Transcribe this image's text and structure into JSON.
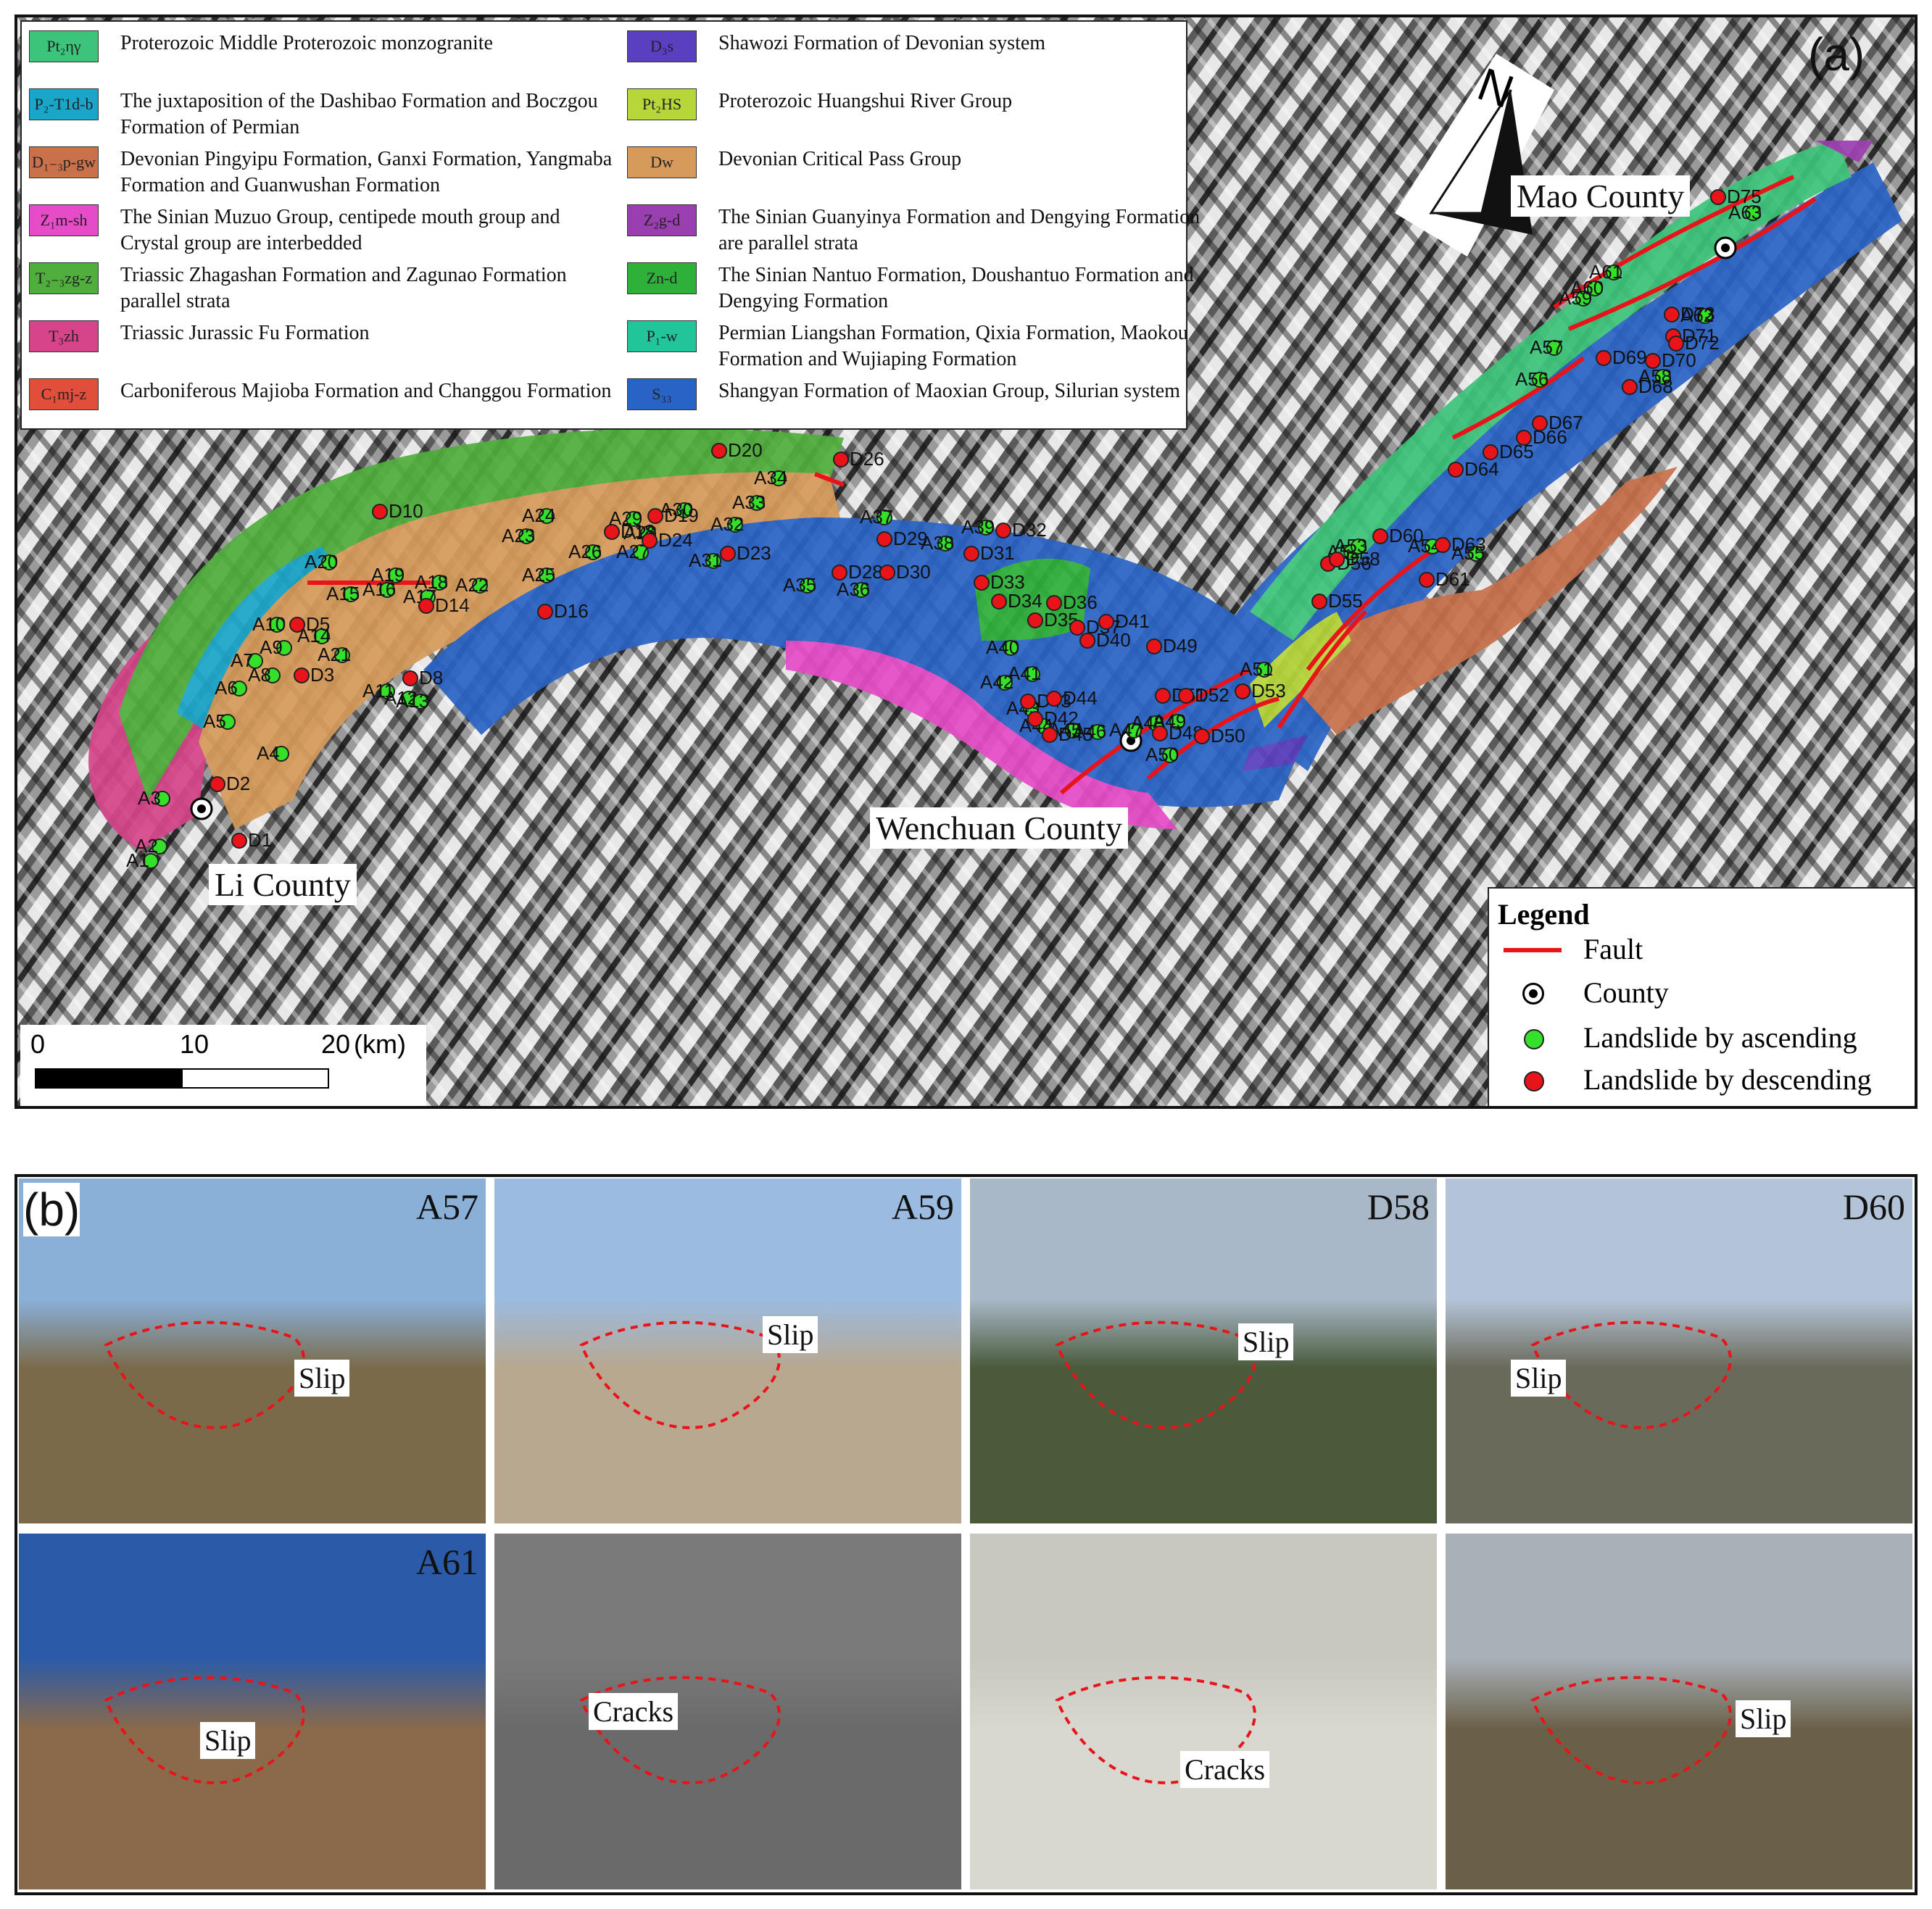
{
  "panel_a": {
    "label": "(a)",
    "north": "N",
    "counties": {
      "mao": "Mao County",
      "wenchuan": "Wenchuan County",
      "li": "Li County"
    },
    "legend_units": [
      {
        "code": "Pt₂ηγ",
        "text": "Proterozoic Middle Proterozoic monzogranite",
        "color": "#3cc47a"
      },
      {
        "code": "P₂-T1d-b",
        "text": "The juxtaposition of the Dashibao Formation and Boczgou Formation of Permian",
        "color": "#1aa6c9"
      },
      {
        "code": "D₁₋₃p-gw",
        "text": "Devonian Pingyipu Formation, Ganxi Formation, Yangmaba Formation and Guanwushan Formation",
        "color": "#c8714a"
      },
      {
        "code": "Z₁m-sh",
        "text": "The Sinian Muzuo Group, centipede mouth group and Crystal group are interbedded",
        "color": "#e64bc8"
      },
      {
        "code": "T₂₋₃zg-z",
        "text": "Triassic Zhagashan Formation and Zagunao Formation parallel strata",
        "color": "#4fae3c"
      },
      {
        "code": "T₃zh",
        "text": "Triassic Jurassic Fu Formation",
        "color": "#d6458a"
      },
      {
        "code": "C₁mj-z",
        "text": "Carboniferous Majioba Formation and Changgou Formation",
        "color": "#e24e3c"
      },
      {
        "code": "D₃s",
        "text": "Shawozi Formation of Devonian system",
        "color": "#5a3fc0"
      },
      {
        "code": "Pt₂HS",
        "text": "Proterozoic Huangshui River Group",
        "color": "#b7d63a"
      },
      {
        "code": "Dw",
        "text": "Devonian Critical Pass Group",
        "color": "#d69a5a"
      },
      {
        "code": "Z₂g-d",
        "text": "The Sinian Guanyinya Formation and Dengying Formation are parallel strata",
        "color": "#9a3fb0"
      },
      {
        "code": "Zn-d",
        "text": "The Sinian Nantuo Formation, Doushantuo Formation and Dengying Formation",
        "color": "#2fb03a"
      },
      {
        "code": "P₁-w",
        "text": "Permian Liangshan Formation, Qixia Formation, Maokou Formation and Wujiaping Formation",
        "color": "#22c49a"
      },
      {
        "code": "S₃₃",
        "text": "Shangyan Formation of Maoxian Group, Silurian system",
        "color": "#2a63c6"
      }
    ],
    "map_legend": {
      "title": "Legend",
      "fault": "Fault",
      "county": "County",
      "ascending": "Landslide by ascending",
      "descending": "Landslide by descending",
      "fault_color": "#e8141a",
      "ascending_color": "#35e02a",
      "descending_color": "#e8141a"
    },
    "scale": {
      "t0": "0",
      "t1": "10",
      "t2": "20",
      "unit": "(km)"
    },
    "points": {
      "ascending": [
        {
          "id": "A1",
          "lx": " "
        },
        {
          "id": "A2"
        },
        {
          "id": "A3"
        },
        {
          "id": "A4"
        },
        {
          "id": "A5"
        },
        {
          "id": "A6"
        },
        {
          "id": "A7"
        },
        {
          "id": "A8"
        },
        {
          "id": "A9"
        },
        {
          "id": "A10"
        },
        {
          "id": "A11"
        },
        {
          "id": "A12"
        },
        {
          "id": "A13"
        },
        {
          "id": "A14"
        },
        {
          "id": "A15"
        },
        {
          "id": "A16"
        },
        {
          "id": "A17"
        },
        {
          "id": "A18"
        },
        {
          "id": "A19"
        },
        {
          "id": "A20"
        },
        {
          "id": "A21"
        },
        {
          "id": "A22"
        },
        {
          "id": "A23"
        },
        {
          "id": "A24"
        },
        {
          "id": "A25"
        },
        {
          "id": "A26"
        },
        {
          "id": "A27"
        },
        {
          "id": "A28"
        },
        {
          "id": "A29"
        },
        {
          "id": "A30"
        },
        {
          "id": "A31"
        },
        {
          "id": "A32"
        },
        {
          "id": "A33"
        },
        {
          "id": "A34"
        },
        {
          "id": "A35"
        },
        {
          "id": "A36"
        },
        {
          "id": "A37"
        },
        {
          "id": "A38"
        },
        {
          "id": "A39"
        },
        {
          "id": "A40"
        },
        {
          "id": "A41"
        },
        {
          "id": "A42"
        },
        {
          "id": "A43"
        },
        {
          "id": "A44"
        },
        {
          "id": "A45"
        },
        {
          "id": "A46"
        },
        {
          "id": "A47"
        },
        {
          "id": "A48"
        },
        {
          "id": "A49"
        },
        {
          "id": "A50"
        },
        {
          "id": "A51"
        },
        {
          "id": "A52"
        },
        {
          "id": "A53"
        },
        {
          "id": "A54"
        },
        {
          "id": "A55"
        },
        {
          "id": "A56"
        },
        {
          "id": "A57"
        },
        {
          "id": "A58"
        },
        {
          "id": "A59"
        },
        {
          "id": "A60"
        },
        {
          "id": "A61"
        },
        {
          "id": "A62"
        },
        {
          "id": "A63"
        }
      ],
      "descending": [
        {
          "id": "D1"
        },
        {
          "id": "D2"
        },
        {
          "id": "D3"
        },
        {
          "id": "D5"
        },
        {
          "id": "D8"
        },
        {
          "id": "D10"
        },
        {
          "id": "D14"
        },
        {
          "id": "D16"
        },
        {
          "id": "D18"
        },
        {
          "id": "D19"
        },
        {
          "id": "D20"
        },
        {
          "id": "D23"
        },
        {
          "id": "D24"
        },
        {
          "id": "D26"
        },
        {
          "id": "D28"
        },
        {
          "id": "D29"
        },
        {
          "id": "D30"
        },
        {
          "id": "D31"
        },
        {
          "id": "D32"
        },
        {
          "id": "D33"
        },
        {
          "id": "D34"
        },
        {
          "id": "D35"
        },
        {
          "id": "D36"
        },
        {
          "id": "D37"
        },
        {
          "id": "D40"
        },
        {
          "id": "D41"
        },
        {
          "id": "D42"
        },
        {
          "id": "D43"
        },
        {
          "id": "D44"
        },
        {
          "id": "D45"
        },
        {
          "id": "D48"
        },
        {
          "id": "D49"
        },
        {
          "id": "D50"
        },
        {
          "id": "D51"
        },
        {
          "id": "D52"
        },
        {
          "id": "D53"
        },
        {
          "id": "D55"
        },
        {
          "id": "D56"
        },
        {
          "id": "D58"
        },
        {
          "id": "D60"
        },
        {
          "id": "D61"
        },
        {
          "id": "D63"
        },
        {
          "id": "D64"
        },
        {
          "id": "D65"
        },
        {
          "id": "D66"
        },
        {
          "id": "D67"
        },
        {
          "id": "D68"
        },
        {
          "id": "D69"
        },
        {
          "id": "D70"
        },
        {
          "id": "D71"
        },
        {
          "id": "D72"
        },
        {
          "id": "D73"
        },
        {
          "id": "D75"
        }
      ]
    }
  },
  "panel_b": {
    "label": "(b)",
    "photos": [
      {
        "tag": "A57",
        "note": "Slip"
      },
      {
        "tag": "A59",
        "note": "Slip"
      },
      {
        "tag": "D58",
        "note": "Slip"
      },
      {
        "tag": "D60",
        "note": "Slip"
      },
      {
        "tag": "A61",
        "note": "Slip"
      },
      {
        "tag": "",
        "note": "Cracks"
      },
      {
        "tag": "",
        "note": "Cracks"
      },
      {
        "tag": "",
        "note": "Slip"
      }
    ]
  }
}
